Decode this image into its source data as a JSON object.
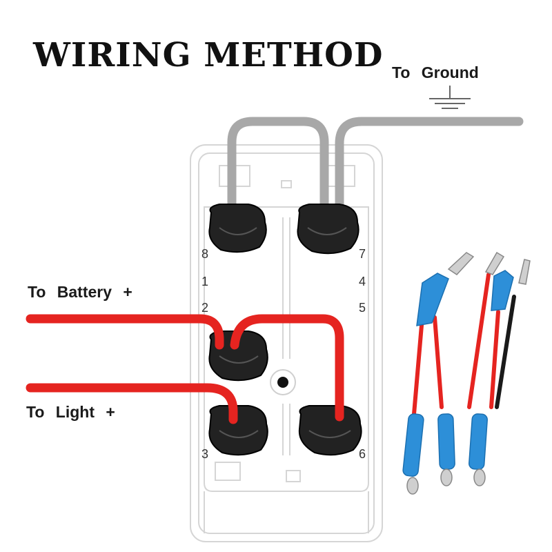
{
  "title": "WIRING METHOD",
  "labels": {
    "ground": "To  Ground",
    "battery": "To  Battery  +",
    "light": "To  Light  +"
  },
  "pins": [
    "8",
    "1",
    "2",
    "3",
    "7",
    "4",
    "5",
    "6"
  ],
  "colors": {
    "wire_red": "#e52420",
    "wire_gray": "#a8a8a8",
    "wire_black": "#1a1a1a",
    "terminal": "#222222",
    "connector_blue": "#2d8fd8",
    "switch_outline": "#d5d5d5"
  },
  "icons": [
    "ground-symbol-icon",
    "switch-body",
    "wire-harness-parts"
  ]
}
